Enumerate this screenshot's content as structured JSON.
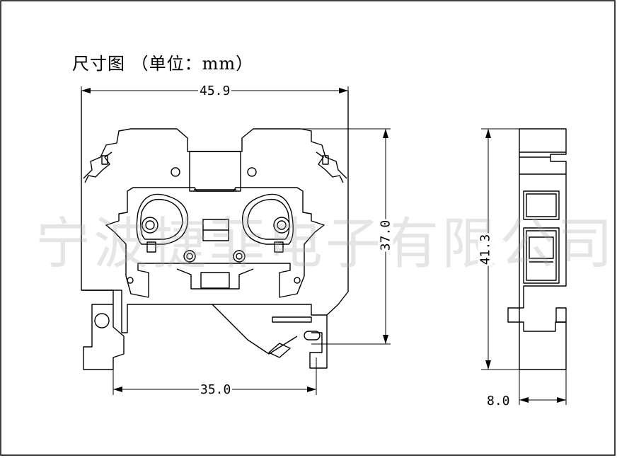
{
  "title": "尺寸图 （单位：mm）",
  "watermark": "宁波捷菲电子有限公司",
  "dimensions": {
    "width_total": "45.9",
    "height_front": "37.0",
    "rail_width": "35.0",
    "height_side": "41.3",
    "thickness": "8.0"
  }
}
